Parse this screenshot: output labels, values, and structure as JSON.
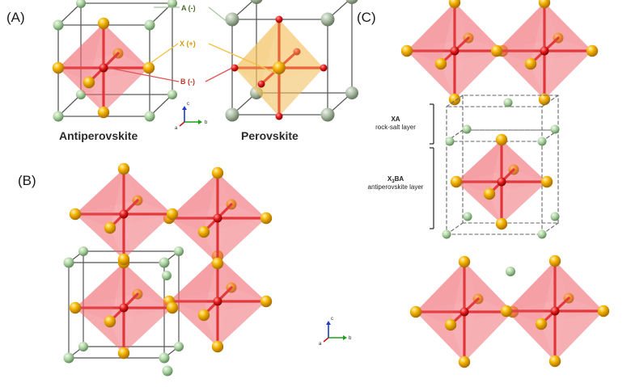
{
  "panels": {
    "a": "(A)",
    "b": "(B)",
    "c": "(C)"
  },
  "structures": {
    "antiperovskite": "Antiperovskite",
    "perovskite": "Perovskite"
  },
  "site_labels": {
    "a": "A (-)",
    "x": "X (+)",
    "b": "B (-)"
  },
  "layers": {
    "xa_line1": "XA",
    "xa_line2": "rock-salt layer",
    "x3ba_line1_main": "X",
    "x3ba_line1_sub": "3",
    "x3ba_line1_end": "BA",
    "x3ba_line2": "antiperovskite layer"
  },
  "axes": {
    "c": "c",
    "b": "b",
    "a": "a"
  },
  "colors": {
    "x_site": "#f2a800",
    "b_site": "#d7191c",
    "a_site": "#a8c8a0",
    "octahedron": "#f0707a",
    "perov_octahedron": "#f4c56a",
    "a_label": "#4a6b2a",
    "x_label": "#d99a00",
    "b_label": "#c0392b"
  }
}
